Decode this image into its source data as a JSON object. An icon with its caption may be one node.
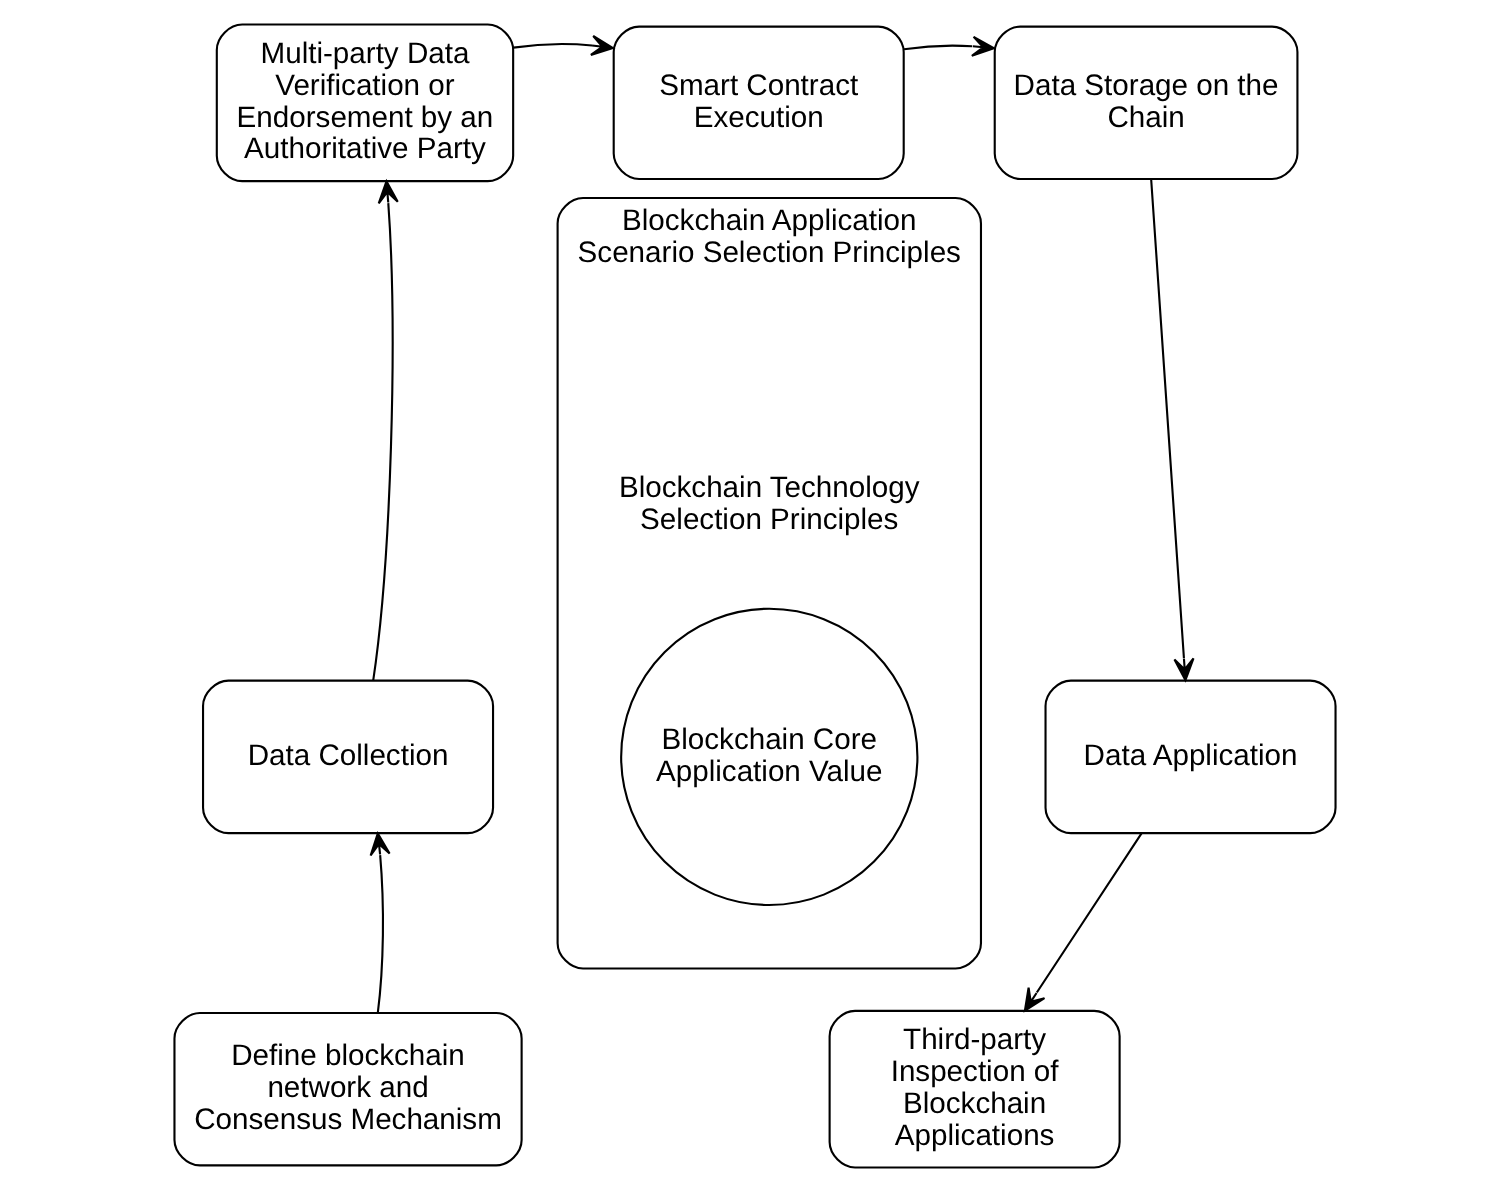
{
  "diagram": {
    "nodes": [
      {
        "text": [
          "Multi-party Data Verification or Endorsement by an Authoritative Party"
        ]
      },
      {
        "text": [
          "Smart Contract Execution"
        ]
      },
      {
        "text": [
          "Data Storage on the Chain"
        ]
      },
      {
        "text": [
          "Data Collection"
        ]
      },
      {
        "text": [
          "Blockchain Application Scenario Selection Principles",
          "Blockchain Technology Selection Principles"
        ]
      },
      {
        "text": [
          "Blockchain Core Application Value"
        ],
        "in": 4
      },
      {
        "text": [
          "Data Application"
        ]
      },
      {
        "text": [
          "Define blockchain network and Consensus Mechanism"
        ]
      },
      {
        "text": [
          "Third-party Inspection of Blockchain Applications"
        ]
      }
    ],
    "edges": [
      {
        "from": 7,
        "to": 3,
        "arrow": "to"
      },
      {
        "from": 3,
        "to": 0,
        "arrow": "to"
      },
      {
        "from": 0,
        "to": 1,
        "arrow": "to"
      },
      {
        "from": 1,
        "to": 2,
        "arrow": "to"
      },
      {
        "from": 2,
        "to": 6,
        "arrow": "to"
      },
      {
        "from": 6,
        "to": 8,
        "arrow": "to"
      }
    ]
  }
}
